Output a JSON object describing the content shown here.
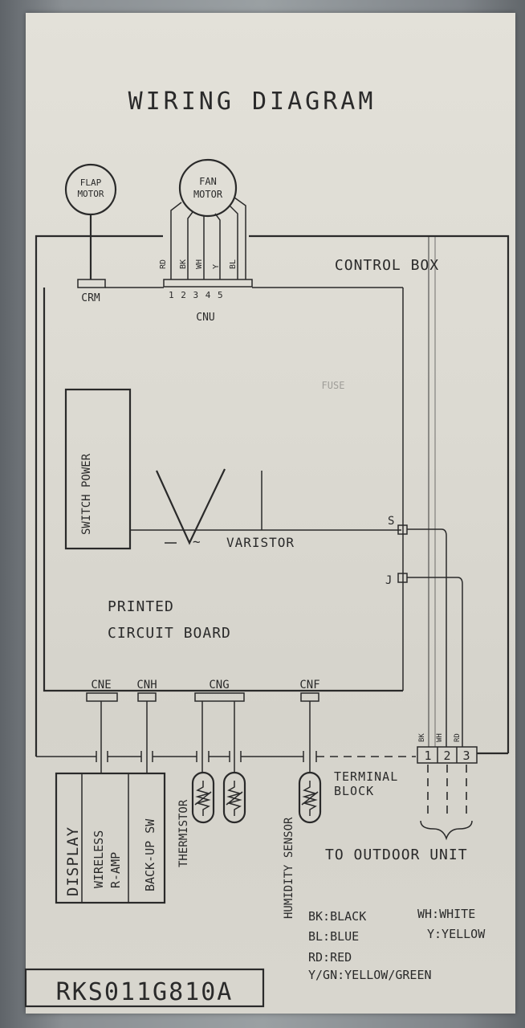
{
  "title": "WIRING DIAGRAM",
  "flap_motor": {
    "line1": "FLAP",
    "line2": "MOTOR"
  },
  "fan_motor": {
    "line1": "FAN",
    "line2": "MOTOR"
  },
  "fan_wires": [
    "RD",
    "BK",
    "WH",
    "Y",
    "BL"
  ],
  "cnu_pins": "1  2  3  4  5",
  "control_box": "CONTROL BOX",
  "connectors": {
    "crm": "CRM",
    "cnu": "CNU",
    "cne": "CNE",
    "cnh": "CNH",
    "cng": "CNG",
    "cnf": "CNF"
  },
  "fuse": "FUSE",
  "switch_power": "SWITCH POWER",
  "varistor": "VARISTOR",
  "terminals": {
    "s": "S",
    "j": "J"
  },
  "pcb": {
    "line1": "PRINTED",
    "line2": "CIRCUIT BOARD"
  },
  "bottom": {
    "display": "DISPLAY",
    "wireless": "WIRELESS",
    "ramp": "R-AMP",
    "backup": "BACK-UP SW",
    "thermistor": "THERMISTOR",
    "humidity": "HUMIDITY SENSOR"
  },
  "terminal_block": {
    "line1": "TERMINAL",
    "line2": "BLOCK",
    "nums": [
      "1",
      "2",
      "3"
    ],
    "wire_labels": [
      "BK",
      "WH",
      "RD"
    ]
  },
  "outdoor": "TO OUTDOOR UNIT",
  "legend": {
    "bk": "BK:BLACK",
    "wh": "WH:WHITE",
    "bl": "BL:BLUE",
    "y": "Y:YELLOW",
    "rd": "RD:RED",
    "ygn": "Y/GN:YELLOW/GREEN"
  },
  "part_number": "RKS011G810A"
}
